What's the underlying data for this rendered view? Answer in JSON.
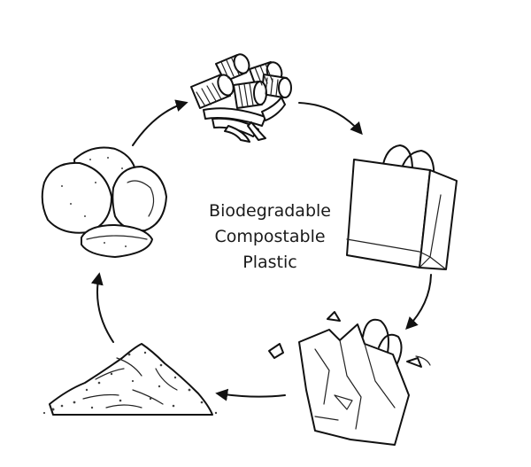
{
  "center_label": {
    "line1": "Biodegradable",
    "line2": "Compostable",
    "line3": "Plastic"
  },
  "stages": [
    {
      "icon": "pasta-icon"
    },
    {
      "icon": "paper-bag-icon"
    },
    {
      "icon": "crumpled-bag-icon"
    },
    {
      "icon": "compost-pile-icon"
    },
    {
      "icon": "potatoes-icon"
    }
  ],
  "ink_color": "#111111"
}
